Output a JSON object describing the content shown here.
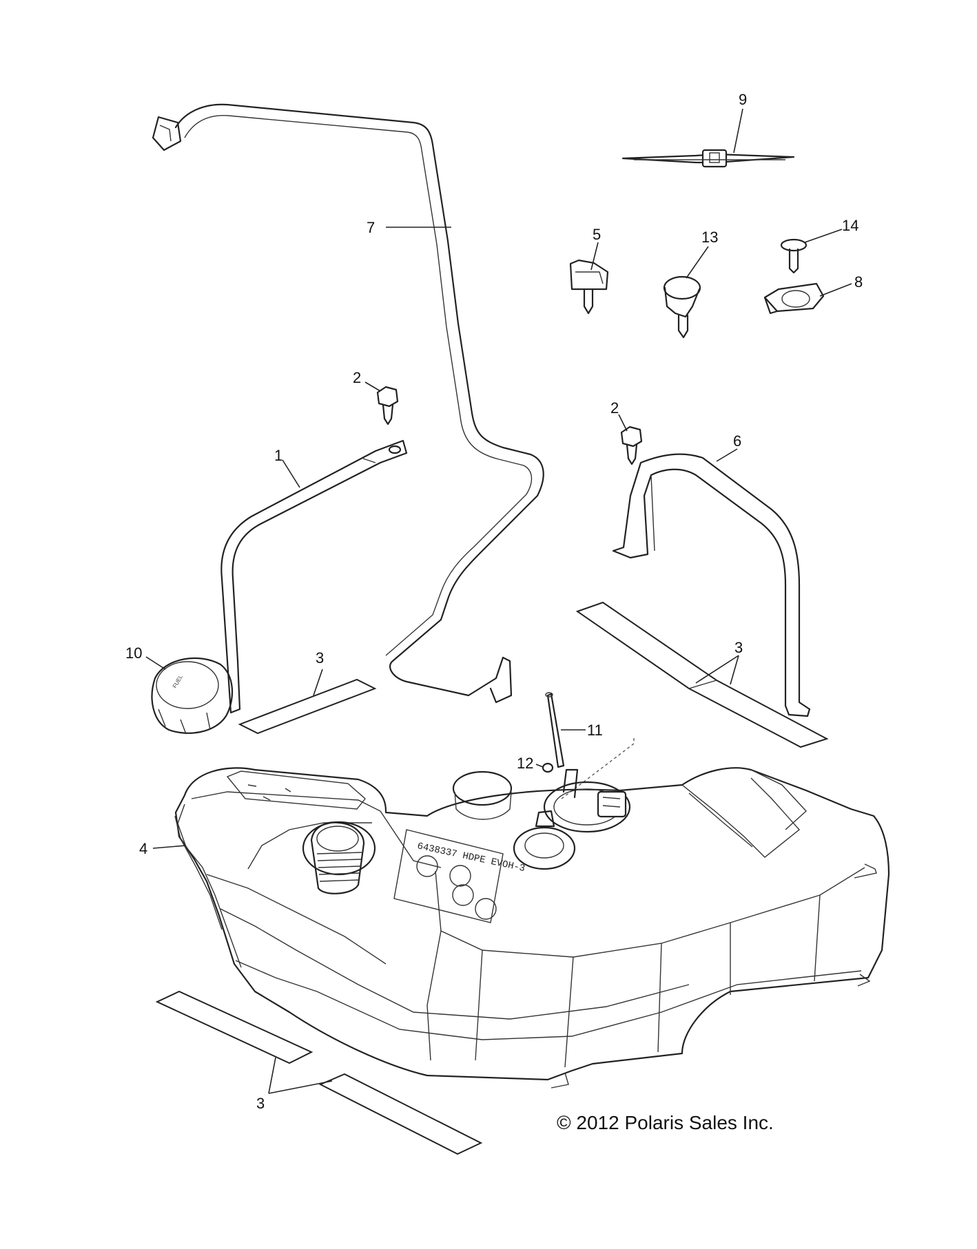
{
  "callouts": {
    "c1": "1",
    "c2a": "2",
    "c2b": "2",
    "c3a": "3",
    "c3b": "3",
    "c3c": "3",
    "c4": "4",
    "c5": "5",
    "c6": "6",
    "c7": "7",
    "c8": "8",
    "c9": "9",
    "c10": "10",
    "c11": "11",
    "c12": "12",
    "c13": "13",
    "c14": "14"
  },
  "copyright": "© 2012 Polaris Sales Inc.",
  "tank_stamp": "6438337 HDPE EVOH-3"
}
